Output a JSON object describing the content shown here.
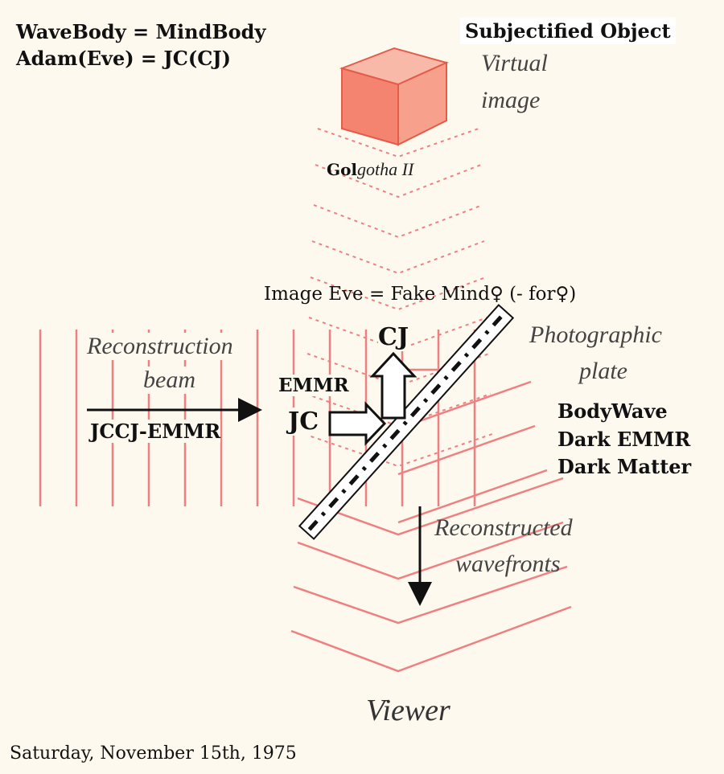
{
  "header": {
    "line1": "WaveBody = MindBody",
    "line2": "Adam(Eve) = JC(CJ)",
    "subjectified": "Subjectified Object"
  },
  "labels": {
    "virtual_image_1": "Virtual",
    "virtual_image_2": "image",
    "golgotha_bold": "Gol",
    "golgotha_italic": "gotha II",
    "image_eve": "Image Eve = Fake Mind♀  (- for♀)",
    "photographic_1": "Photographic",
    "photographic_2": "plate",
    "recon_beam_1": "Reconstruction",
    "recon_beam_2": "beam",
    "jccj": "JCCJ-EMMR",
    "emmr": "EMMR",
    "jc": "JC",
    "cj": "CJ",
    "bodywave": "BodyWave",
    "dark_emmr": "Dark EMMR",
    "dark_matter": "Dark Matter",
    "recon_wave_1": "Reconstructed",
    "recon_wave_2": "wavefronts",
    "viewer": "Viewer",
    "date": "Saturday, November 15th, 1975"
  },
  "colors": {
    "wave_red": "#f08080",
    "cube_front": "#f4836f",
    "cube_top": "#f9b9a8",
    "cube_side": "#f7a08c",
    "background": "#fdf9ef"
  }
}
